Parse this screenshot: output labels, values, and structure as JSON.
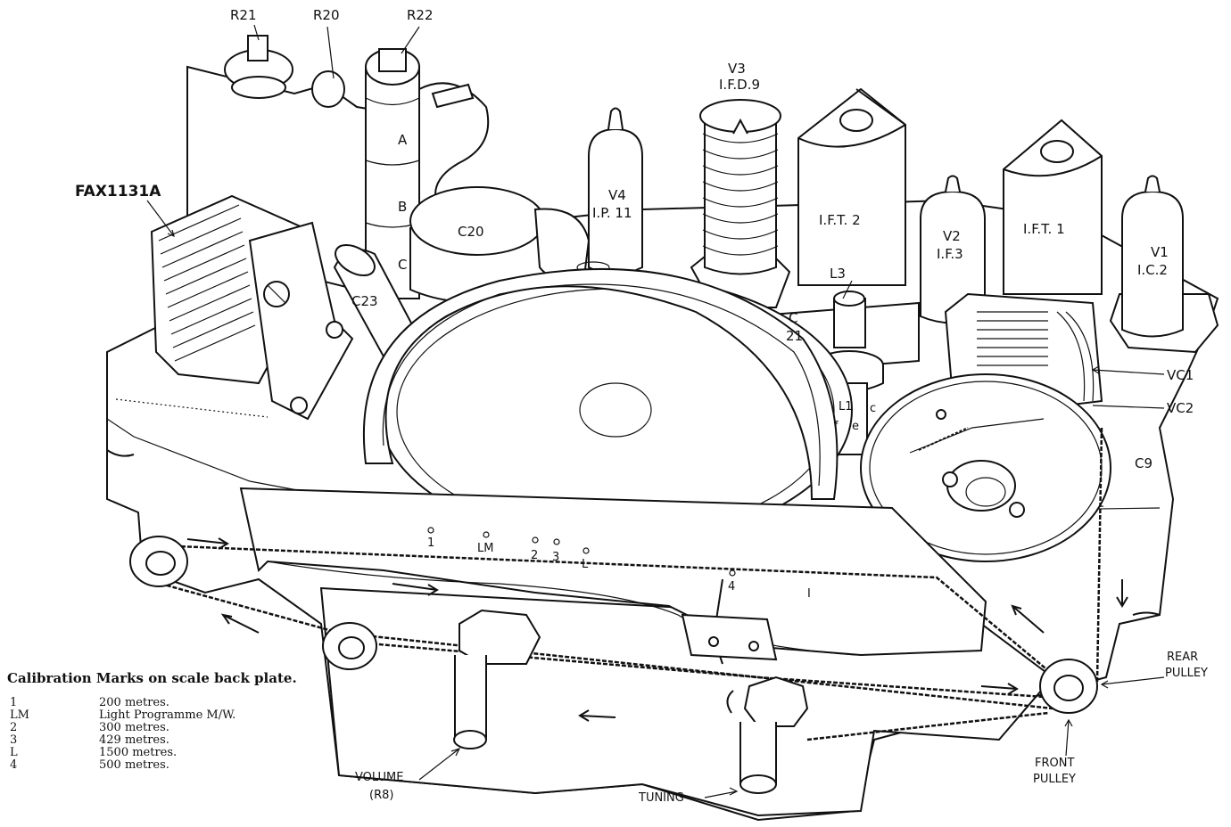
{
  "labels": {
    "r21": "R21",
    "r20": "R20",
    "r22": "R22",
    "v3": "V3",
    "v3_type": "I.F.D.9",
    "fax": "FAX1131A",
    "v4": "V4",
    "v4_type": "I.P. 11",
    "c20": "C20",
    "c23": "C23",
    "ift2": "I.F.T. 2",
    "v2": "V2",
    "v2_type": "I.F.3",
    "ift1": "I.F.T. 1",
    "v1": "V1",
    "v1_type": "I.C.2",
    "l3": "L3",
    "c21_a": "C",
    "c21_b": "21",
    "l1": "L1",
    "vc1": "VC1",
    "vc2": "VC2",
    "c9": "C9",
    "a": "A",
    "b": "B",
    "c": "C",
    "l1_f": "f",
    "l1_e": "e",
    "l1_c": "c",
    "rear_pulley_1": "REAR",
    "rear_pulley_2": "PULLEY",
    "front_pulley_1": "FRONT",
    "front_pulley_2": "PULLEY",
    "volume_1": "VOLUME",
    "volume_2": "(R8)",
    "tuning": "TUNING"
  },
  "scale_marks": {
    "m1": "1",
    "lm": "LM",
    "m2": "2",
    "m3": "3",
    "l": "L",
    "m4": "4",
    "tick": "I"
  },
  "legend": {
    "title": "Calibration Marks on scale back plate.",
    "rows": [
      {
        "key": "1",
        "desc": "200 metres."
      },
      {
        "key": "LM",
        "desc": "Light Programme M/W."
      },
      {
        "key": "2",
        "desc": "300 metres."
      },
      {
        "key": "3",
        "desc": "429 metres."
      },
      {
        "key": "L",
        "desc": "1500 metres."
      },
      {
        "key": "4",
        "desc": "500 metres."
      }
    ]
  }
}
